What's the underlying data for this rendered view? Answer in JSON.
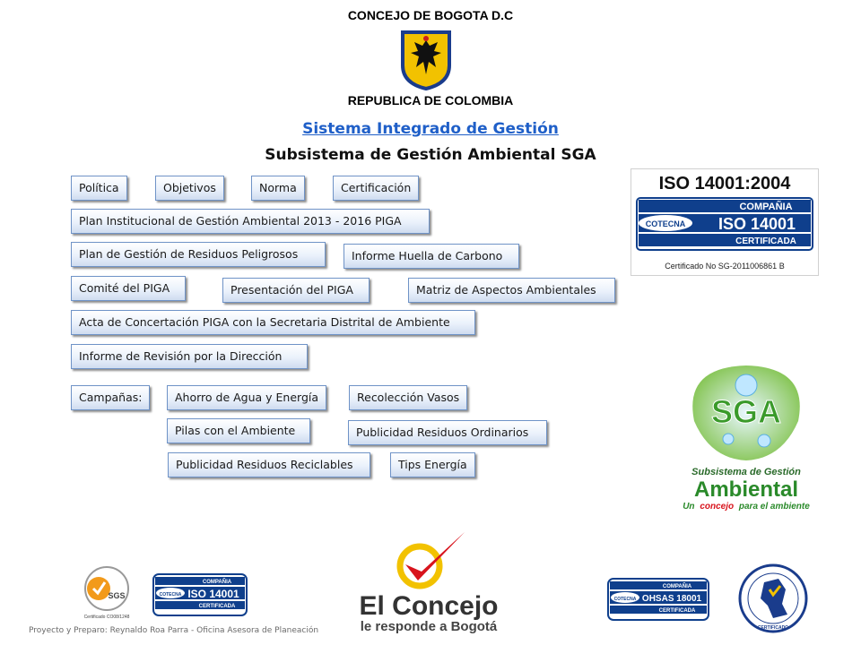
{
  "header": {
    "top": "CONCEJO DE BOGOTA D.C",
    "bottom": "REPUBLICA DE COLOMBIA"
  },
  "title": "Sistema Integrado de Gestión",
  "subtitle": "Subsistema de Gestión Ambiental SGA",
  "buttons": {
    "politica": "Política",
    "objetivos": "Objetivos",
    "norma": "Norma",
    "certificacion": "Certificación",
    "plan_institucional": "Plan Institucional de Gestión Ambiental 2013 - 2016 PIGA",
    "plan_residuos": "Plan de Gestión de Residuos Peligrosos",
    "huella": "Informe Huella de Carbono",
    "comite": "Comité del PIGA",
    "presentacion": "Presentación del PIGA",
    "matriz": "Matriz de Aspectos Ambientales",
    "acta": "Acta de Concertación PIGA con la Secretaria Distrital de Ambiente",
    "informe_revision": "Informe de Revisión por la Dirección",
    "campanas": "Campañas:",
    "ahorro": "Ahorro de Agua y Energía",
    "recoleccion": "Recolección Vasos",
    "pilas": "Pilas con el Ambiente",
    "publicidad_ordinarios": "Publicidad Residuos Ordinarios",
    "publicidad_reciclables": "Publicidad Residuos Reciclables",
    "tips": "Tips Energía"
  },
  "iso_badge": {
    "heading": "ISO 14001:2004",
    "company": "COMPAÑIA",
    "brand": "COTECNA",
    "standard": "ISO 14001",
    "year": "2004",
    "certified": "CERTIFICADA",
    "cert_no": "Certificado No SG-2011006861 B"
  },
  "sga_logo": {
    "letters": "SGA",
    "line1": "Subsistema de Gestión",
    "line2": "Ambiental",
    "tag_un": "Un",
    "tag_concejo": "concejo",
    "tag_rest": "para el ambiente"
  },
  "footer": {
    "credit": "Proyecto y Preparo: Reynaldo Roa Parra - Oficina Asesora de Planeación",
    "concejo_name": "El Concejo",
    "concejo_slogan": "le responde a Bogotá",
    "sgs_label": "SGS",
    "sgs_cert": "Certificado CO08/1248",
    "small_iso_company": "COMPAÑIA",
    "small_iso_brand": "COTECNA",
    "small_iso_standard": "ISO 14001",
    "small_iso_certified": "CERTIFICADA",
    "ohsas_company": "COMPAÑIA",
    "ohsas_brand": "COTECNA",
    "ohsas_standard": "OHSAS 18001",
    "ohsas_certified": "CERTIFICADA",
    "ntcgp_certified": "CERTIFICADO"
  },
  "colors": {
    "link": "#1f5fc8",
    "button_border": "#6f93c7",
    "iso_blue": "#0f3f8c",
    "sga_green": "#2a8a2a",
    "concejo_red": "#d8141d",
    "concejo_yellow": "#f2c200"
  }
}
